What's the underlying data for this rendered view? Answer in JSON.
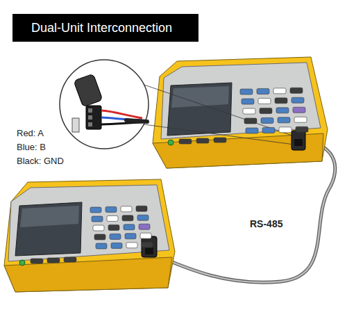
{
  "diagram": {
    "title": "Dual-Unit Interconnection",
    "labels": [
      "Red: A",
      "Blue: B",
      "Black: GND",
      "RS-485"
    ]
  }
}
